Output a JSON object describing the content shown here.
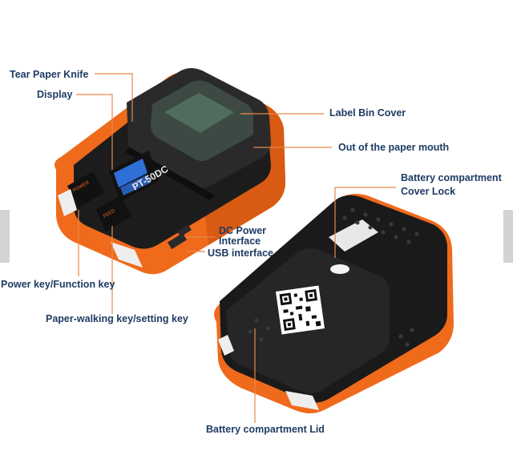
{
  "printer_model": "PT-50DC",
  "labels": {
    "tear_paper_knife": "Tear Paper Knife",
    "display": "Display",
    "label_bin_cover": "Label Bin Cover",
    "out_of_paper_mouth": "Out of the paper mouth",
    "battery_cover_lock_1": "Battery compartment",
    "battery_cover_lock_2": "Cover Lock",
    "dc_power_1": "DC Power",
    "dc_power_2": "Interface",
    "usb_interface": "USB interface",
    "power_key": "Power key/Function key",
    "paper_walking_key": "Paper-walking key/setting key",
    "battery_lid": "Battery compartment Lid"
  },
  "button_texts": {
    "power": "POWER",
    "feed": "FEED"
  },
  "colors": {
    "orange": "#f06a1c",
    "label_text": "#1f3b63",
    "leader": "#e8884a",
    "body_black": "#1c1c1c"
  }
}
